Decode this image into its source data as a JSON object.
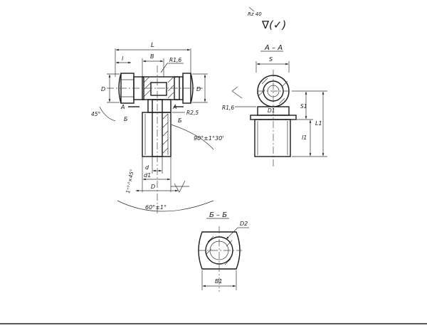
{
  "surface_note": {
    "text": "Rz 40",
    "symbol": "∇(✓)"
  },
  "main_view": {
    "dim_L": "L",
    "dim_l": "l",
    "dim_B": "B",
    "roughness_R": "R1,6",
    "dim_D_left": "D",
    "dim_D_right": "D",
    "angle_45": "45°",
    "section_A_left": "A",
    "section_A_right": "A",
    "section_B_left": "Б",
    "section_B_right": "Б",
    "roughness_R25": "R2,5",
    "angle_90": "90°±1°30'",
    "dim_d": "d",
    "dim_d1": "d1",
    "dim_D_bottom": "D",
    "chamfer": "1⁺⁰·⁵×45°",
    "angle_60": "60°±1°"
  },
  "section_AA": {
    "title": "A – A",
    "dim_S": "S",
    "roughness_R": "R1,6",
    "dim_D1": "D1",
    "dim_S1": "S1",
    "dim_l1": "l1",
    "dim_L1": "L1"
  },
  "section_BB": {
    "title": "Б – Б",
    "dim_D2": "D2",
    "dim_B1": "B1"
  }
}
